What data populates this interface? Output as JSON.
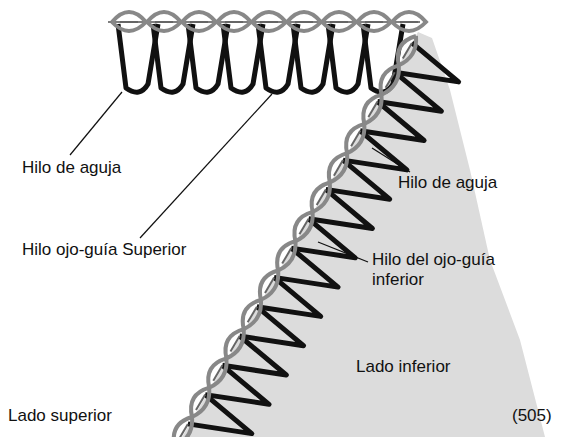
{
  "diagram": {
    "labels": [
      "Hilo de aguja",
      "Hilo ojo-guía Superior",
      "Hilo de aguja",
      "Hilo del ojo-guía inferior",
      "Lado inferior",
      "Lado superior",
      "(505)"
    ]
  }
}
